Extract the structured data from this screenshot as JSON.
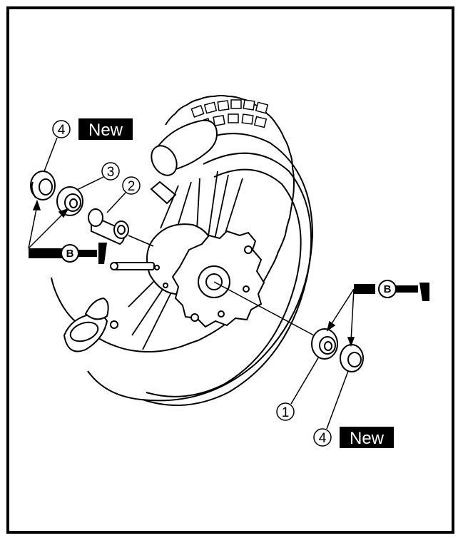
{
  "callouts": [
    {
      "id": "1",
      "label": "1"
    },
    {
      "id": "2",
      "label": "2"
    },
    {
      "id": "3",
      "label": "3"
    },
    {
      "id": "4",
      "label": "4"
    }
  ],
  "badges": {
    "new_top": "New",
    "new_bottom": "New"
  },
  "grease_symbol": {
    "letter_left": "B",
    "letter_right": "B"
  },
  "colors": {
    "ink": "#000000",
    "paper": "#ffffff"
  }
}
